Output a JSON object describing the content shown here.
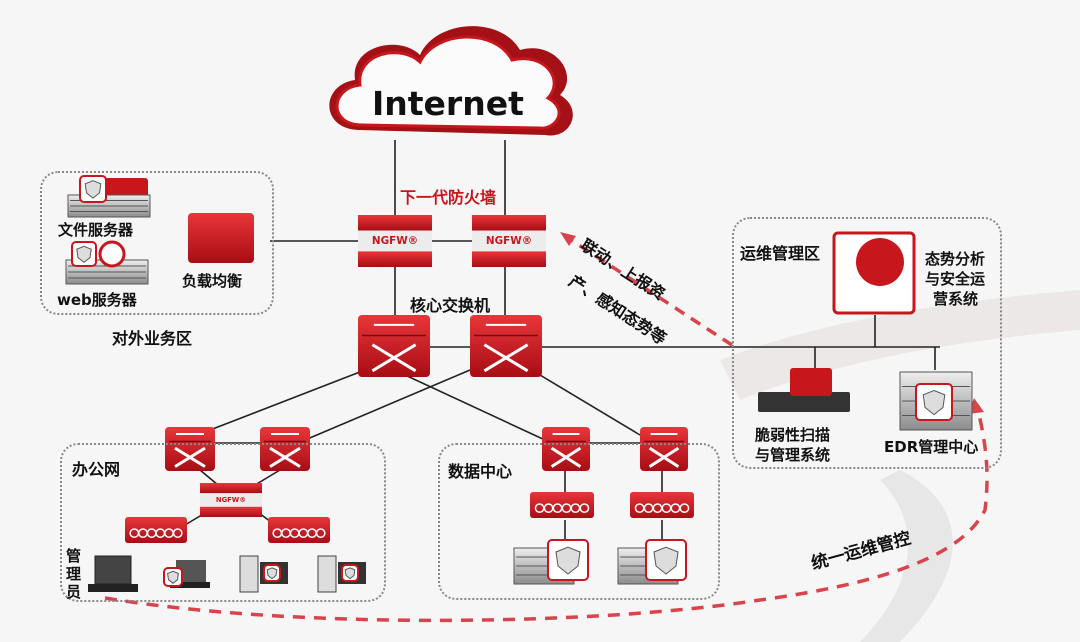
{
  "cloud": {
    "label": "Internet"
  },
  "ngfw": {
    "title": "下一代防火墙",
    "device_label": "NGFW®"
  },
  "core_switch": {
    "title": "核心交换机"
  },
  "external_zone": {
    "title": "对外业务区",
    "file_server": "文件服务器",
    "web_server": "web服务器",
    "load_balancer": "负载均衡"
  },
  "ops_zone": {
    "title": "运维管理区",
    "situational": [
      "态势分析",
      "与安全运",
      "营系统"
    ],
    "vuln_scan": [
      "脆弱性扫描",
      "与管理系统"
    ],
    "edr": "EDR管理中心"
  },
  "office_zone": {
    "title": "办公网",
    "admin": [
      "管",
      "理",
      "员"
    ]
  },
  "datacenter_zone": {
    "title": "数据中心"
  },
  "annotations": {
    "linkage_line1": "联动、上报资",
    "linkage_line2": "产、感知态势等",
    "unified_ops": "统一运维管控"
  },
  "colors": {
    "accent": "#c8161d",
    "dash": "#d9434b",
    "line": "#222222"
  }
}
